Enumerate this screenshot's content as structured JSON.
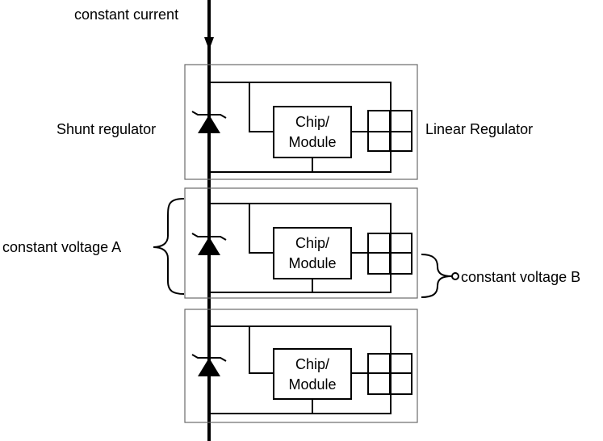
{
  "labels": {
    "top_current": "constant current",
    "shunt_regulator": "Shunt regulator",
    "linear_regulator": "Linear Regulator",
    "voltage_a": "constant voltage A",
    "voltage_b": "constant voltage B"
  },
  "modules": [
    {
      "chip_line1": "Chip/",
      "chip_line2": "Module"
    },
    {
      "chip_line1": "Chip/",
      "chip_line2": "Module"
    },
    {
      "chip_line1": "Chip/",
      "chip_line2": "Module"
    }
  ]
}
